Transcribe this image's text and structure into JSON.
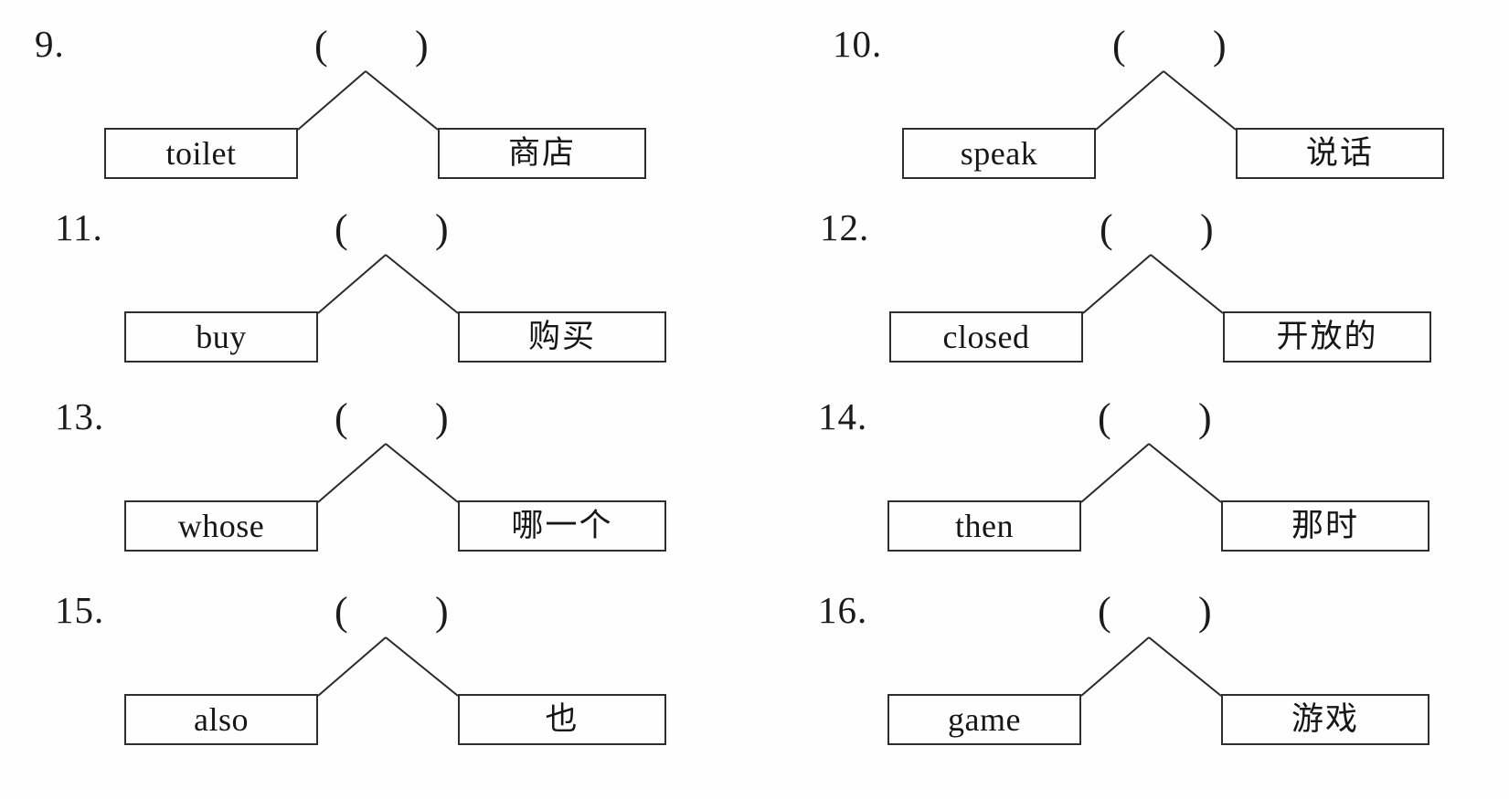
{
  "page": {
    "kind": "vocabulary-matching-worksheet",
    "background_color": "#fefefe",
    "ink_color": "#1b1b1b",
    "columns": 2,
    "rows": 4
  },
  "items": [
    {
      "number": "9.",
      "paren_open": "(",
      "paren_close": ")",
      "answer": "",
      "english": "toilet",
      "chinese": "商店"
    },
    {
      "number": "10.",
      "paren_open": "(",
      "paren_close": ")",
      "answer": "",
      "english": "speak",
      "chinese": "说话"
    },
    {
      "number": "11.",
      "paren_open": "(",
      "paren_close": ")",
      "answer": "",
      "english": "buy",
      "chinese": "购买"
    },
    {
      "number": "12.",
      "paren_open": "(",
      "paren_close": ")",
      "answer": "",
      "english": "closed",
      "chinese": "开放的"
    },
    {
      "number": "13.",
      "paren_open": "(",
      "paren_close": ")",
      "answer": "",
      "english": "whose",
      "chinese": "哪一个"
    },
    {
      "number": "14.",
      "paren_open": "(",
      "paren_close": ")",
      "answer": "",
      "english": "then",
      "chinese": "那时"
    },
    {
      "number": "15.",
      "paren_open": "(",
      "paren_close": ")",
      "answer": "",
      "english": "also",
      "chinese": "也"
    },
    {
      "number": "16.",
      "paren_open": "(",
      "paren_close": ")",
      "answer": "",
      "english": "game",
      "chinese": "游戏"
    }
  ]
}
